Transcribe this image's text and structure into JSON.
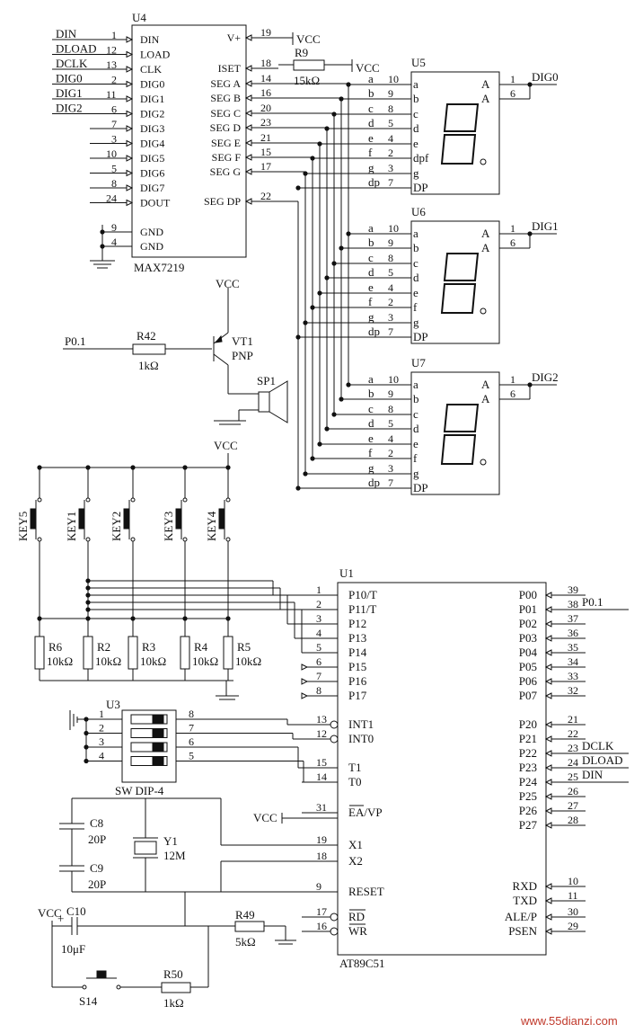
{
  "max7219": {
    "ref": "U4",
    "part": "MAX7219",
    "left_pins": [
      {
        "num": "1",
        "name": "DIN",
        "net": "DIN"
      },
      {
        "num": "12",
        "name": "LOAD",
        "net": "DLOAD"
      },
      {
        "num": "13",
        "name": "CLK",
        "net": "DCLK"
      },
      {
        "num": "2",
        "name": "DIG0",
        "net": "DIG0"
      },
      {
        "num": "11",
        "name": "DIG1",
        "net": "DIG1"
      },
      {
        "num": "6",
        "name": "DIG2",
        "net": "DIG2"
      },
      {
        "num": "7",
        "name": "DIG3",
        "net": ""
      },
      {
        "num": "3",
        "name": "DIG4",
        "net": ""
      },
      {
        "num": "10",
        "name": "DIG5",
        "net": ""
      },
      {
        "num": "5",
        "name": "DIG6",
        "net": ""
      },
      {
        "num": "8",
        "name": "DIG7",
        "net": ""
      },
      {
        "num": "24",
        "name": "DOUT",
        "net": ""
      }
    ],
    "gnd_pins": [
      {
        "num": "9",
        "name": "GND"
      },
      {
        "num": "4",
        "name": "GND"
      }
    ],
    "right_pins": [
      {
        "num": "19",
        "name": "V+"
      },
      {
        "num": "18",
        "name": "ISET"
      },
      {
        "num": "14",
        "name": "SEG A"
      },
      {
        "num": "16",
        "name": "SEG B"
      },
      {
        "num": "20",
        "name": "SEG C"
      },
      {
        "num": "23",
        "name": "SEG D"
      },
      {
        "num": "21",
        "name": "SEG E"
      },
      {
        "num": "15",
        "name": "SEG F"
      },
      {
        "num": "17",
        "name": "SEG G"
      },
      {
        "num": "22",
        "name": "SEG DP"
      }
    ],
    "vcc_label": "VCC"
  },
  "r9": {
    "ref": "R9",
    "value": "15kΩ",
    "vcc_label": "VCC"
  },
  "displays": [
    {
      "ref": "U5",
      "dig": "DIG0"
    },
    {
      "ref": "U6",
      "dig": "DIG1"
    },
    {
      "ref": "U7",
      "dig": "DIG2"
    }
  ],
  "display_pins": [
    {
      "net": "a",
      "num": "10",
      "seg": "a"
    },
    {
      "net": "b",
      "num": "9",
      "seg": "b"
    },
    {
      "net": "c",
      "num": "8",
      "seg": "c"
    },
    {
      "net": "d",
      "num": "5",
      "seg": "d"
    },
    {
      "net": "e",
      "num": "4",
      "seg": "e"
    },
    {
      "net": "f",
      "num": "2",
      "seg": "f"
    },
    {
      "net": "g",
      "num": "3",
      "seg": "g"
    },
    {
      "net": "dp",
      "num": "7",
      "seg": "DP"
    }
  ],
  "display_u5_dp_label": "dpf",
  "display_common": {
    "label": "A",
    "pin1": "1",
    "pin2": "6"
  },
  "buzzer": {
    "net_in": "P0.1",
    "r_ref": "R42",
    "r_value": "1kΩ",
    "q_ref": "VT1",
    "q_type": "PNP",
    "spk_ref": "SP1",
    "vcc_label": "VCC"
  },
  "keys": {
    "vcc_label": "VCC",
    "switches": [
      "KEY5",
      "KEY1",
      "KEY2",
      "KEY3",
      "KEY4"
    ],
    "resistors": [
      {
        "ref": "R6",
        "value": "10kΩ"
      },
      {
        "ref": "R2",
        "value": "10kΩ"
      },
      {
        "ref": "R3",
        "value": "10kΩ"
      },
      {
        "ref": "R4",
        "value": "10kΩ"
      },
      {
        "ref": "R5",
        "value": "10kΩ"
      }
    ]
  },
  "mcu": {
    "ref": "U1",
    "part": "AT89C51",
    "left_pins": [
      {
        "num": "1",
        "name": "P10/T"
      },
      {
        "num": "2",
        "name": "P11/T"
      },
      {
        "num": "3",
        "name": "P12"
      },
      {
        "num": "4",
        "name": "P13"
      },
      {
        "num": "5",
        "name": "P14"
      },
      {
        "num": "6",
        "name": "P15"
      },
      {
        "num": "7",
        "name": "P16"
      },
      {
        "num": "8",
        "name": "P17"
      },
      {
        "num": "13",
        "name": "INT1"
      },
      {
        "num": "12",
        "name": "INT0"
      },
      {
        "num": "15",
        "name": "T1"
      },
      {
        "num": "14",
        "name": "T0"
      },
      {
        "num": "31",
        "name": "EA/VP"
      },
      {
        "num": "19",
        "name": "X1"
      },
      {
        "num": "18",
        "name": "X2"
      },
      {
        "num": "9",
        "name": "RESET"
      },
      {
        "num": "17",
        "name": "RD"
      },
      {
        "num": "16",
        "name": "WR"
      }
    ],
    "right_pins": [
      {
        "num": "39",
        "name": "P00",
        "net": ""
      },
      {
        "num": "38",
        "name": "P01",
        "net": "P0.1"
      },
      {
        "num": "37",
        "name": "P02",
        "net": ""
      },
      {
        "num": "36",
        "name": "P03",
        "net": ""
      },
      {
        "num": "35",
        "name": "P04",
        "net": ""
      },
      {
        "num": "34",
        "name": "P05",
        "net": ""
      },
      {
        "num": "33",
        "name": "P06",
        "net": ""
      },
      {
        "num": "32",
        "name": "P07",
        "net": ""
      },
      {
        "num": "21",
        "name": "P20",
        "net": ""
      },
      {
        "num": "22",
        "name": "P21",
        "net": ""
      },
      {
        "num": "23",
        "name": "P22",
        "net": "DCLK"
      },
      {
        "num": "24",
        "name": "P23",
        "net": "DLOAD"
      },
      {
        "num": "25",
        "name": "P24",
        "net": "DIN"
      },
      {
        "num": "26",
        "name": "P25",
        "net": ""
      },
      {
        "num": "27",
        "name": "P26",
        "net": ""
      },
      {
        "num": "28",
        "name": "P27",
        "net": ""
      },
      {
        "num": "10",
        "name": "RXD",
        "net": ""
      },
      {
        "num": "11",
        "name": "TXD",
        "net": ""
      },
      {
        "num": "30",
        "name": "ALE/P",
        "net": ""
      },
      {
        "num": "29",
        "name": "PSEN",
        "net": ""
      }
    ],
    "ea_label": "VCC"
  },
  "dip": {
    "ref": "U3",
    "part": "SW DIP-4",
    "left": [
      "1",
      "2",
      "3",
      "4"
    ],
    "right": [
      "8",
      "7",
      "6",
      "5"
    ]
  },
  "crystal": {
    "c8_ref": "C8",
    "c8_val": "20P",
    "c9_ref": "C9",
    "c9_val": "20P",
    "y_ref": "Y1",
    "y_val": "12M"
  },
  "reset": {
    "vcc_label": "VCC",
    "c_ref": "C10",
    "c_val": "10μF",
    "plus": "+",
    "r49_ref": "R49",
    "r49_val": "5kΩ",
    "sw_ref": "S14",
    "r50_ref": "R50",
    "r50_val": "1kΩ"
  },
  "watermark": "www.55dianzi.com"
}
